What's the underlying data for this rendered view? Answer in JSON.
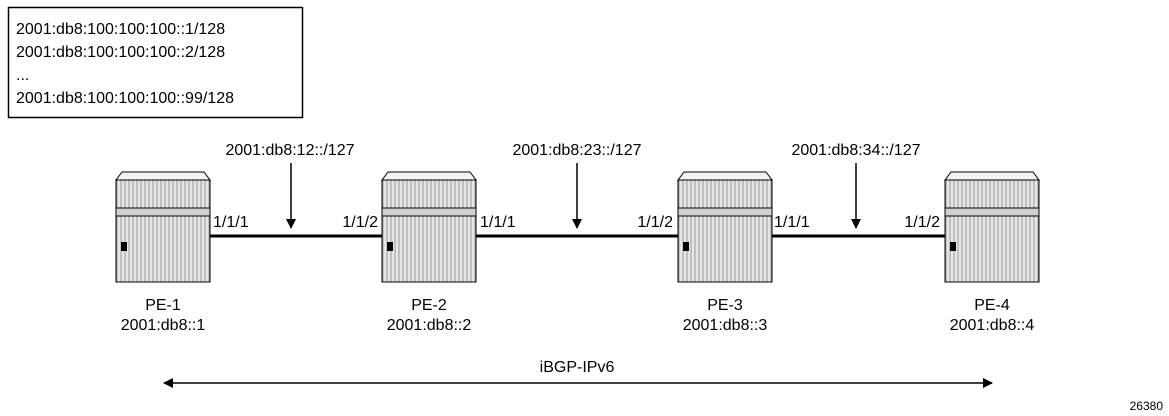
{
  "prefix_box": {
    "lines": [
      "2001:db8:100:100:100::1/128",
      "2001:db8:100:100:100::2/128",
      "...",
      "2001:db8:100:100:100::99/128"
    ]
  },
  "routers": [
    {
      "name": "PE-1",
      "address": "2001:db8::1"
    },
    {
      "name": "PE-2",
      "address": "2001:db8::2"
    },
    {
      "name": "PE-3",
      "address": "2001:db8::3"
    },
    {
      "name": "PE-4",
      "address": "2001:db8::4"
    }
  ],
  "links": [
    {
      "subnet": "2001:db8:12::/127",
      "port_left": "1/1/1",
      "port_right": "1/1/2"
    },
    {
      "subnet": "2001:db8:23::/127",
      "port_left": "1/1/1",
      "port_right": "1/1/2"
    },
    {
      "subnet": "2001:db8:34::/127",
      "port_left": "1/1/1",
      "port_right": "1/1/2"
    }
  ],
  "session": {
    "label": "iBGP-IPv6"
  },
  "figure_id": "26380"
}
